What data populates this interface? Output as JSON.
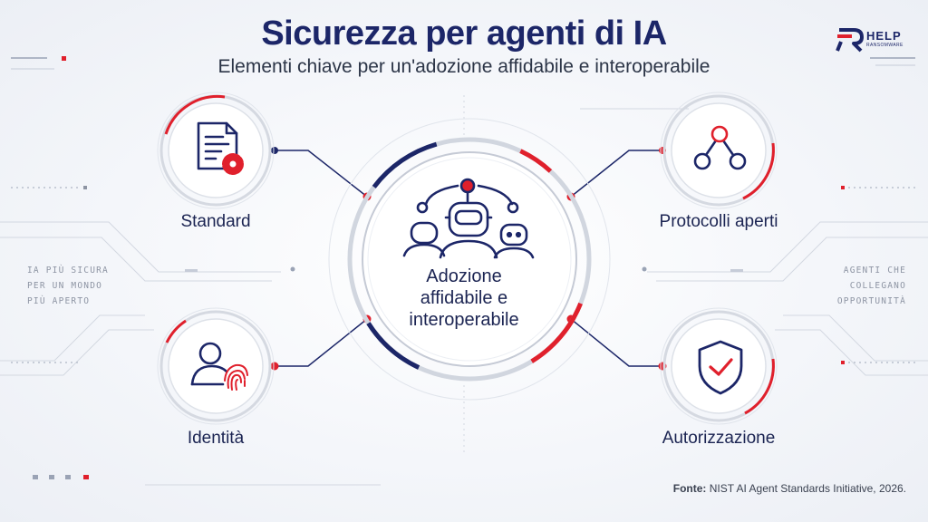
{
  "header": {
    "title": "Sicurezza per agenti di IA",
    "subtitle": "Elementi chiave per un'adozione affidabile e interoperabile"
  },
  "logo": {
    "main": "HELP",
    "sub": "RANSOMWARE"
  },
  "center": {
    "lines": [
      "Adozione",
      "affidabile e",
      "interoperabile"
    ],
    "icon": "ai-agents-network-icon"
  },
  "nodes": [
    {
      "label": "Standard",
      "icon": "document-gear-icon"
    },
    {
      "label": "Protocolli aperti",
      "icon": "network-nodes-icon"
    },
    {
      "label": "Identità",
      "icon": "user-fingerprint-icon"
    },
    {
      "label": "Autorizzazione",
      "icon": "shield-check-icon"
    }
  ],
  "side_left": [
    "IA PIÙ SICURA",
    "PER UN MONDO",
    "PIÙ APERTO"
  ],
  "side_right": [
    "AGENTI CHE",
    "COLLEGANO",
    "OPPORTUNITÀ"
  ],
  "source": {
    "label": "Fonte:",
    "text": "NIST AI Agent Standards Initiative, 2026."
  },
  "colors": {
    "navy": "#1c2668",
    "red": "#e0202c",
    "gray": "#c7ccd6"
  }
}
